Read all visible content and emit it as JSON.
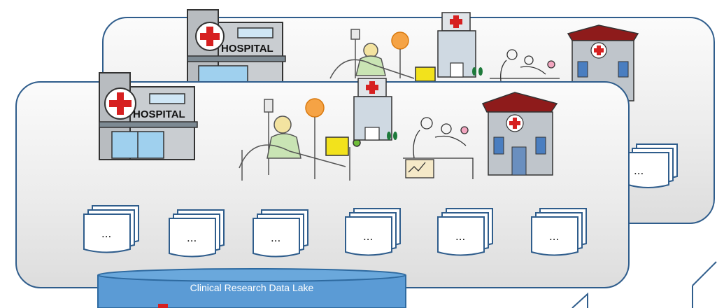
{
  "diagram": {
    "data_lake": {
      "label": "Clinical Research Data Lake"
    },
    "hospital_sign": "HOSPITAL",
    "document_placeholder": "...",
    "colors": {
      "panel_border": "#2f5d8c",
      "lake_fill": "#5b9bd5",
      "lake_border": "#2e6aa0",
      "cross_red": "#d62020"
    },
    "back_panel": {
      "hospital_sites": [
        "hospital-sign-building",
        "patient-bed-scene",
        "clinic-tower",
        "doctor-visit-scene",
        "red-roof-hospital"
      ],
      "document_stacks": 1
    },
    "front_panel": {
      "hospital_sites": [
        "hospital-sign-building",
        "patient-bed-scene",
        "clinic-tower",
        "doctor-visit-scene",
        "red-roof-hospital"
      ],
      "document_stacks": 6
    }
  }
}
